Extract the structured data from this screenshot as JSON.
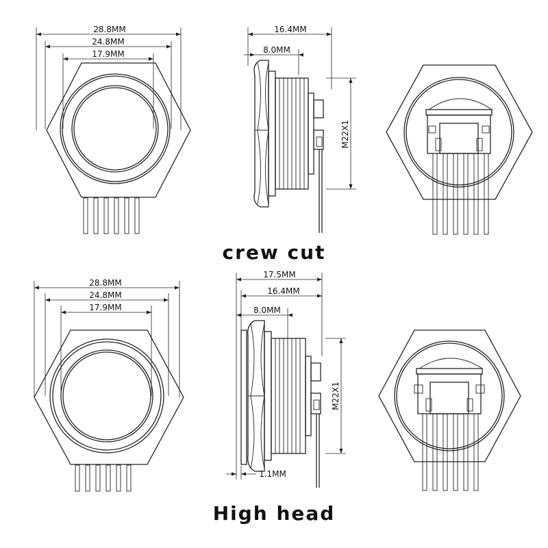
{
  "captions": {
    "top": "crew cut",
    "bottom": "High head"
  },
  "dimensions": {
    "top_front": [
      "28.8MM",
      "24.8MM",
      "17.9MM"
    ],
    "top_side": [
      "16.4MM",
      "8.0MM",
      "M22X1"
    ],
    "bottom_front": [
      "28.8MM",
      "24.8MM",
      "17.9MM"
    ],
    "bottom_side": [
      "17.5MM",
      "16.4MM",
      "8.0MM",
      "M22X1",
      "1.1MM"
    ]
  },
  "colors": {
    "line": "#222222",
    "background": "#ffffff"
  }
}
